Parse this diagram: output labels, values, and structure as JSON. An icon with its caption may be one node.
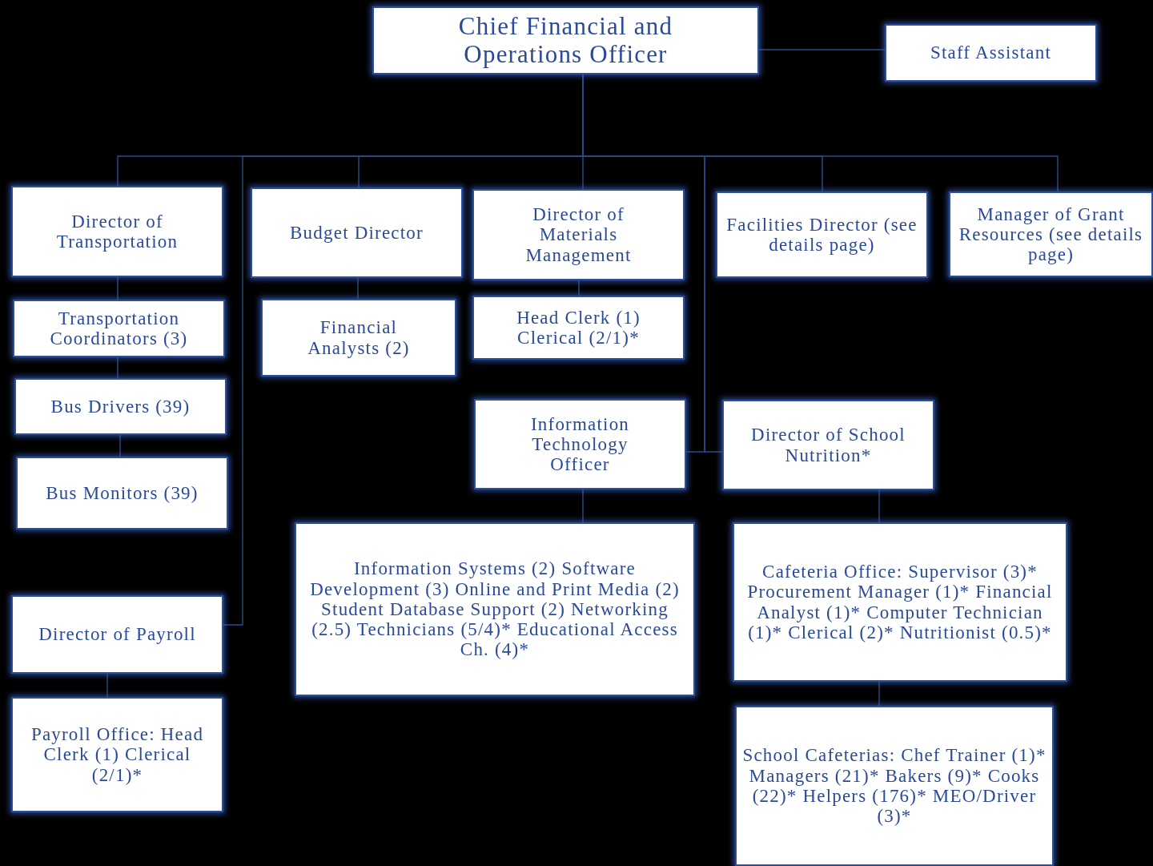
{
  "diagram": {
    "nodes": [
      {
        "text": [
          "Chief Financial and Operations Officer"
        ]
      },
      {
        "text": [
          "Staff Assistant"
        ]
      },
      {
        "text": [
          "Director of Transportation"
        ]
      },
      {
        "text": [
          "Budget Director"
        ]
      },
      {
        "text": [
          "Director of Materials Management"
        ]
      },
      {
        "text": [
          "Facilities Director (see details page)"
        ]
      },
      {
        "text": [
          "Manager of Grant Resources (see details page)"
        ]
      },
      {
        "text": [
          "Transportation Coordinators (3)"
        ]
      },
      {
        "text": [
          "Financial Analysts (2)"
        ]
      },
      {
        "text": [
          "Head Clerk (1) Clerical (2/1)*"
        ]
      },
      {
        "text": [
          "Bus Drivers (39)"
        ]
      },
      {
        "text": [
          "Information Technology Officer"
        ]
      },
      {
        "text": [
          "Director of School Nutrition*"
        ]
      },
      {
        "text": [
          "Bus Monitors (39)"
        ]
      },
      {
        "text": [
          "Information Systems (2) Software Development (3) Online and Print Media (2) Student Database Support (2) Networking (2.5) Technicians (5/4)* Educational Access Ch. (4)*"
        ]
      },
      {
        "text": [
          "Cafeteria Office: Supervisor (3)* Procurement Manager (1)* Financial Analyst (1)* Computer Technician (1)* Clerical (2)* Nutritionist (0.5)*"
        ]
      },
      {
        "text": [
          "Director of Payroll"
        ]
      },
      {
        "text": [
          "Payroll Office: Head Clerk (1) Clerical (2/1)*"
        ]
      },
      {
        "text": [
          "School Cafeterias: Chef Trainer (1)* Managers (21)* Bakers (9)* Cooks (22)* Helpers (176)* MEO/Driver (3)*"
        ]
      }
    ],
    "edges": [
      {
        "from": 0,
        "to": 1,
        "arrow": "none"
      },
      {
        "from": 0,
        "to": 2,
        "arrow": "none"
      },
      {
        "from": 0,
        "to": 3,
        "arrow": "none"
      },
      {
        "from": 0,
        "to": 4,
        "arrow": "none"
      },
      {
        "from": 0,
        "to": 5,
        "arrow": "none"
      },
      {
        "from": 0,
        "to": 6,
        "arrow": "none"
      },
      {
        "from": 0,
        "to": 16,
        "arrow": "none"
      },
      {
        "from": 0,
        "to": 11,
        "arrow": "none"
      },
      {
        "from": 0,
        "to": 12,
        "arrow": "none"
      },
      {
        "from": 2,
        "to": 7,
        "arrow": "none"
      },
      {
        "from": 7,
        "to": 10,
        "arrow": "none"
      },
      {
        "from": 10,
        "to": 13,
        "arrow": "none"
      },
      {
        "from": 3,
        "to": 8,
        "arrow": "none"
      },
      {
        "from": 4,
        "to": 9,
        "arrow": "none"
      },
      {
        "from": 11,
        "to": 14,
        "arrow": "none"
      },
      {
        "from": 12,
        "to": 15,
        "arrow": "none"
      },
      {
        "from": 15,
        "to": 18,
        "arrow": "none"
      },
      {
        "from": 16,
        "to": 17,
        "arrow": "none"
      }
    ]
  }
}
